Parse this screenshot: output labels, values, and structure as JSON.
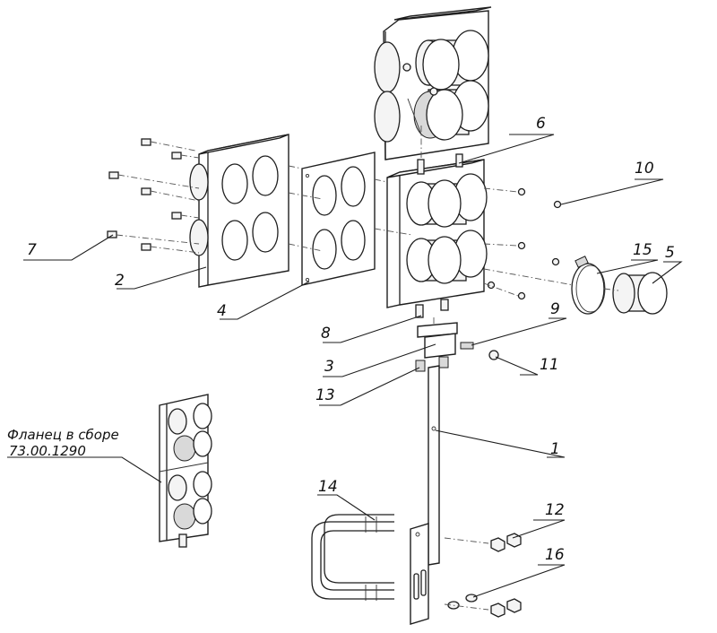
{
  "note": {
    "line1": "Фланец в сборе",
    "line2": "73.00.1290"
  },
  "callouts": [
    {
      "id": "1",
      "label": "1"
    },
    {
      "id": "2",
      "label": "2"
    },
    {
      "id": "3",
      "label": "3"
    },
    {
      "id": "4",
      "label": "4"
    },
    {
      "id": "5",
      "label": "5"
    },
    {
      "id": "6",
      "label": "6"
    },
    {
      "id": "7",
      "label": "7"
    },
    {
      "id": "8",
      "label": "8"
    },
    {
      "id": "9",
      "label": "9"
    },
    {
      "id": "10",
      "label": "10"
    },
    {
      "id": "11",
      "label": "11"
    },
    {
      "id": "12",
      "label": "12"
    },
    {
      "id": "13",
      "label": "13"
    },
    {
      "id": "14",
      "label": "14"
    },
    {
      "id": "15",
      "label": "15"
    },
    {
      "id": "16",
      "label": "16"
    }
  ]
}
